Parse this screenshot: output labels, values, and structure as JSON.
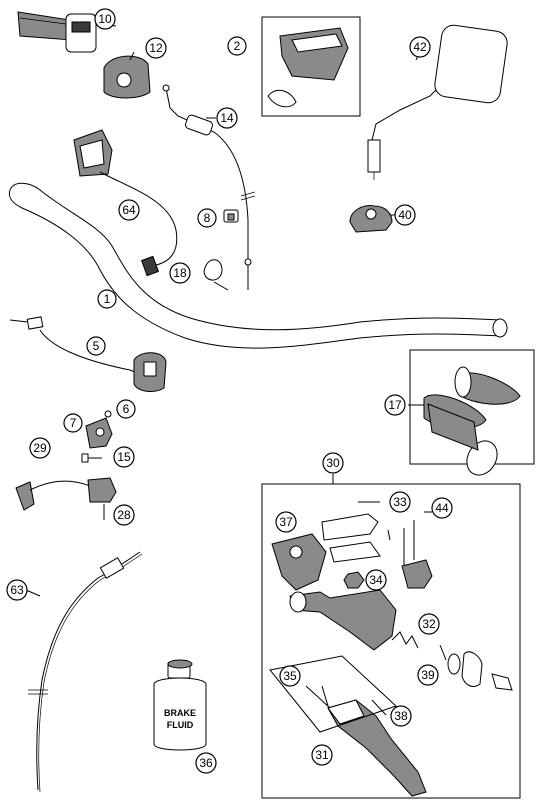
{
  "diagram": {
    "callouts": {
      "c1": "1",
      "c2": "2",
      "c5": "5",
      "c6": "6",
      "c7": "7",
      "c8": "8",
      "c10": "10",
      "c12": "12",
      "c14": "14",
      "c15": "15",
      "c17": "17",
      "c18": "18",
      "c28": "28",
      "c29": "29",
      "c30": "30",
      "c31": "31",
      "c32": "32",
      "c33": "33",
      "c34": "34",
      "c35": "35",
      "c36": "36",
      "c37": "37",
      "c38": "38",
      "c39": "39",
      "c40": "40",
      "c42": "42",
      "c44": "44",
      "c63": "63",
      "c64": "64"
    },
    "fluid_label_line1": "BRAKE",
    "fluid_label_line2": "FLUID"
  }
}
